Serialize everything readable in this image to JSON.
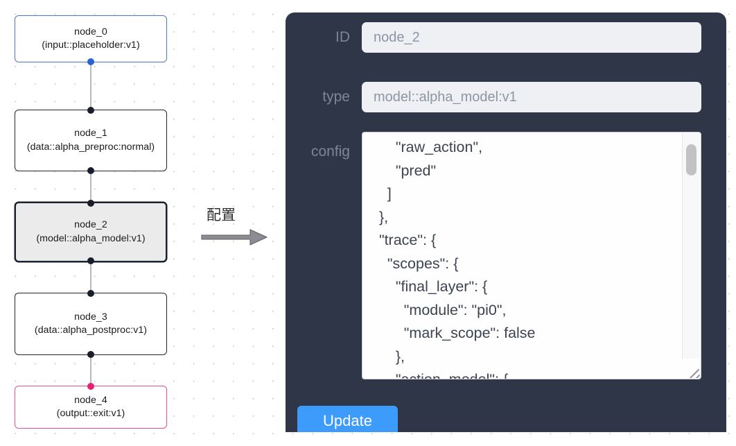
{
  "canvas": {
    "nodes": [
      {
        "id": "node_0",
        "title": "node_0",
        "subtitle": "(input::placeholder:v1)",
        "kind": "input",
        "selected": false
      },
      {
        "id": "node_1",
        "title": "node_1",
        "subtitle": "(data::alpha_preproc:normal)",
        "kind": "default",
        "selected": false
      },
      {
        "id": "node_2",
        "title": "node_2",
        "subtitle": "(model::alpha_model:v1)",
        "kind": "model",
        "selected": true
      },
      {
        "id": "node_3",
        "title": "node_3",
        "subtitle": "(data::alpha_postproc:v1)",
        "kind": "default",
        "selected": false
      },
      {
        "id": "node_4",
        "title": "node_4",
        "subtitle": "(output::exit:v1)",
        "kind": "output",
        "selected": false
      }
    ],
    "node_labels": [
      "node_0\n(input::placeholder:v1)",
      "node_1\n(data::alpha_preproc:normal)",
      "node_2\n(model::alpha_model:v1)",
      "node_3\n(data::alpha_postproc:v1)",
      "node_4\n(output::exit:v1)"
    ],
    "edges": [
      {
        "from": "node_0",
        "to": "node_1"
      },
      {
        "from": "node_1",
        "to": "node_2"
      },
      {
        "from": "node_2",
        "to": "node_3"
      },
      {
        "from": "node_3",
        "to": "node_4"
      }
    ],
    "colors": {
      "input_border": "#4a79c4",
      "output_border": "#e05293",
      "default_border": "#1f2430",
      "selected_fill": "#ebebeb",
      "handle_default": "#1a1e2c",
      "handle_input": "#2563d6",
      "handle_output": "#e81f76",
      "edge_line": "#b8b8bd",
      "grid_dot": "#d4d4d8"
    }
  },
  "annotation": {
    "text": "配置",
    "arrow": "right-arrow"
  },
  "panel": {
    "background_color": "#2e3648",
    "fields": [
      {
        "key": "id",
        "label": "ID",
        "value": "node_2"
      },
      {
        "key": "type",
        "label": "type",
        "value": "model::alpha_model:v1"
      },
      {
        "key": "config",
        "label": "config",
        "value": ""
      }
    ],
    "id_label": "ID",
    "id_value": "node_2",
    "type_label": "type",
    "type_value": "model::alpha_model:v1",
    "config_label": "config",
    "config_value": "      \"raw_action\",\n      \"pred\"\n    ]\n  },\n  \"trace\": {\n    \"scopes\": {\n      \"final_layer\": {\n        \"module\": \"pi0\",\n        \"mark_scope\": false\n      },\n      \"action_model\": {",
    "update_label": "Update",
    "accent_color": "#3d9bfb",
    "scrollbar": {
      "visible": true,
      "thumb_position": "top"
    },
    "resize_grip": "resize-grip-icon"
  }
}
